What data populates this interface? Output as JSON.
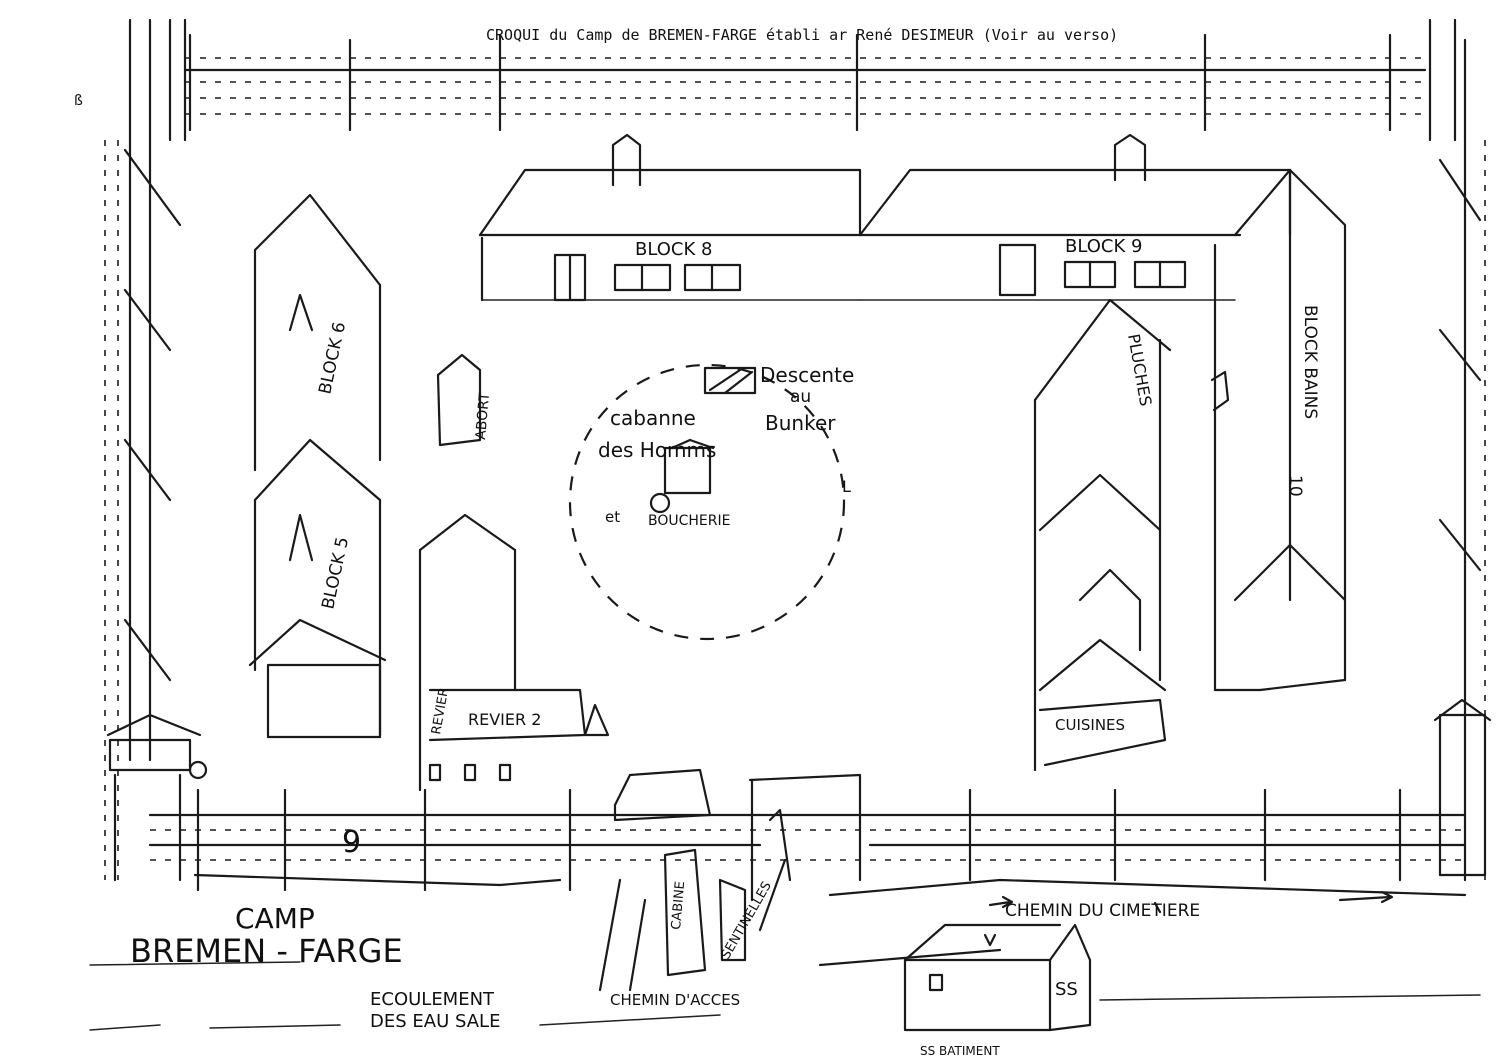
{
  "header": {
    "typed_caption": "CROQUI   du Camp de BREMEN-FARGE établi  ar René DESIMEUR   (Voir au verso)"
  },
  "buildings": {
    "block_8": "BLOCK 8",
    "block_9": "BLOCK 9",
    "block_6": "BLOCK 6",
    "block_5": "BLOCK 5",
    "block_bains": "BLOCK BAINS",
    "block_bains_number": "10",
    "abort": "ABORT",
    "pluches": "PLUCHES",
    "cuisines": "CUISINES",
    "revier_side": "REVIER",
    "revier_2": "REVIER 2"
  },
  "center": {
    "descente_1": "Descente",
    "descente_2": "au",
    "descente_3": "Bunker",
    "cabanne_1": "cabanne",
    "cabanne_2": "des Homms",
    "et": "et",
    "boucherie": "BOUCHERIE"
  },
  "bottom": {
    "camp_line_1": "CAMP",
    "camp_line_2": "BREMEN - FARGE",
    "ecoulement_1": "ECOULEMENT",
    "ecoulement_2": "DES EAU SALE",
    "chemin_acces": "CHEMIN D'ACCES",
    "cabine": "CABINE",
    "sentinelles": "SENTINELLES",
    "chemin_cimetiere": "CHEMIN DU CIMETIERE",
    "ss_bat": "SS",
    "ss_batiment": "SS BATIMENT",
    "fence_number": "9"
  }
}
